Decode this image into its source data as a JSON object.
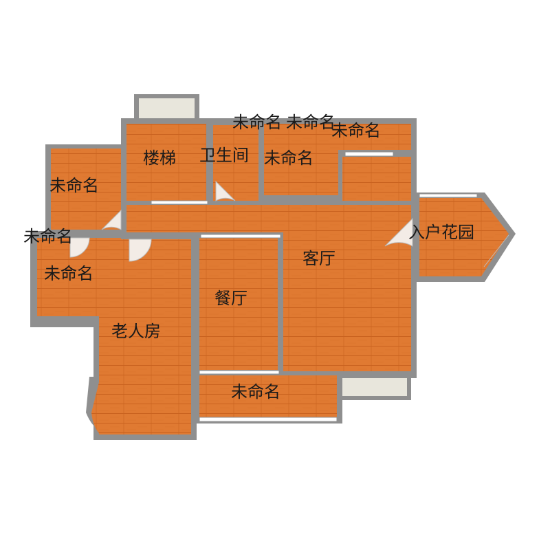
{
  "floorplan": {
    "colors": {
      "wall": "#8f8f8f",
      "floor": "#e07a32",
      "floor_grain": "#c9621f",
      "balcony": "#e8e6dc",
      "door": "#f3ece6"
    },
    "rooms": [
      {
        "key": "stairs",
        "label": "楼梯"
      },
      {
        "key": "bathroom",
        "label": "卫生间"
      },
      {
        "key": "unnamed_top_1",
        "label": "未命名"
      },
      {
        "key": "unnamed_top_2",
        "label": "未命名"
      },
      {
        "key": "unnamed_top_right",
        "label": "未命名"
      },
      {
        "key": "unnamed_mid",
        "label": "未命名"
      },
      {
        "key": "unnamed_left_top",
        "label": "未命名"
      },
      {
        "key": "unnamed_left_mid",
        "label": "未命名"
      },
      {
        "key": "unnamed_left_low",
        "label": "未命名"
      },
      {
        "key": "living_room",
        "label": "客厅"
      },
      {
        "key": "dining_room",
        "label": "餐厅"
      },
      {
        "key": "elder_room",
        "label": "老人房"
      },
      {
        "key": "unnamed_bottom",
        "label": "未命名"
      },
      {
        "key": "entry_garden",
        "label": "入户花园"
      }
    ]
  }
}
